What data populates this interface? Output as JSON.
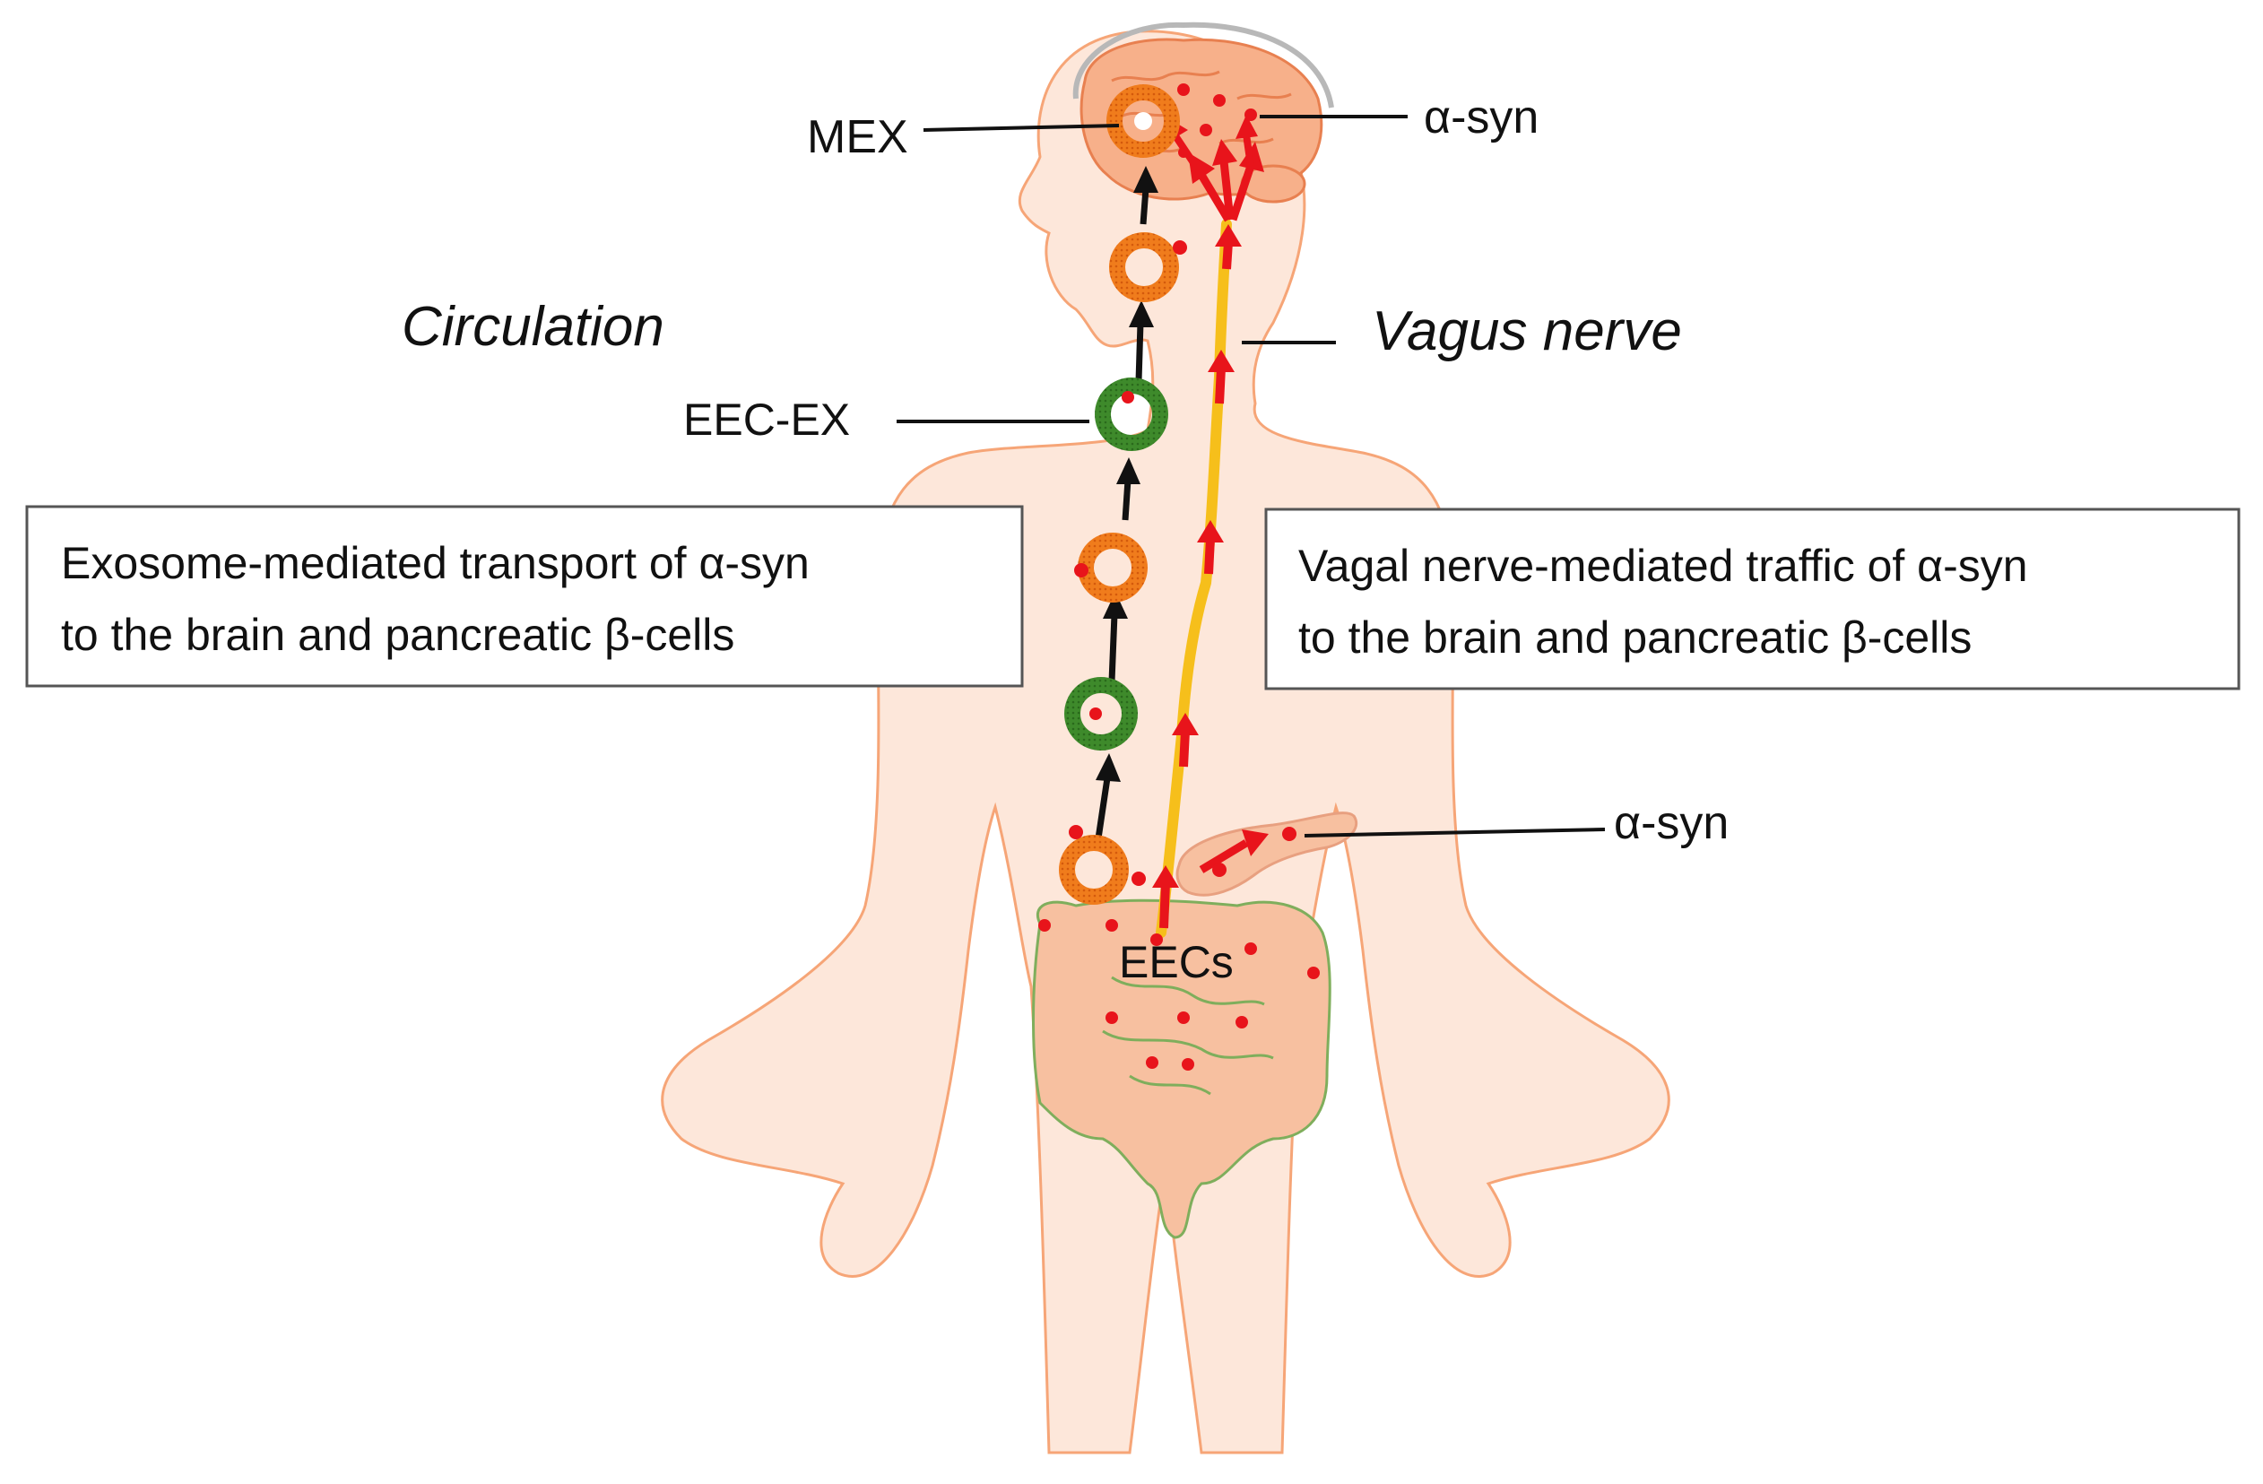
{
  "labels": {
    "mex": "MEX",
    "asyn_brain": "α-syn",
    "circulation": "Circulation",
    "vagus_nerve": "Vagus nerve",
    "eec_ex": "EEC-EX",
    "asyn_pancreas": "α-syn",
    "eecs": "EECs"
  },
  "boxes": {
    "left": {
      "line1": "Exosome-mediated transport of α-syn",
      "line2": "to the brain and pancreatic β-cells"
    },
    "right": {
      "line1": "Vagal nerve-mediated traffic of α-syn",
      "line2": "to the brain and pancreatic β-cells"
    }
  },
  "colors": {
    "skin": "#fde7da",
    "skin_outline": "#f6a577",
    "exosome_orange": "#f07c1c",
    "exosome_green": "#3e8a2b",
    "nerve_yellow": "#f6bf1b",
    "asyn_red": "#e8141b",
    "intestine": "#f7c0a0",
    "intestine_outline": "#7fae5c"
  }
}
